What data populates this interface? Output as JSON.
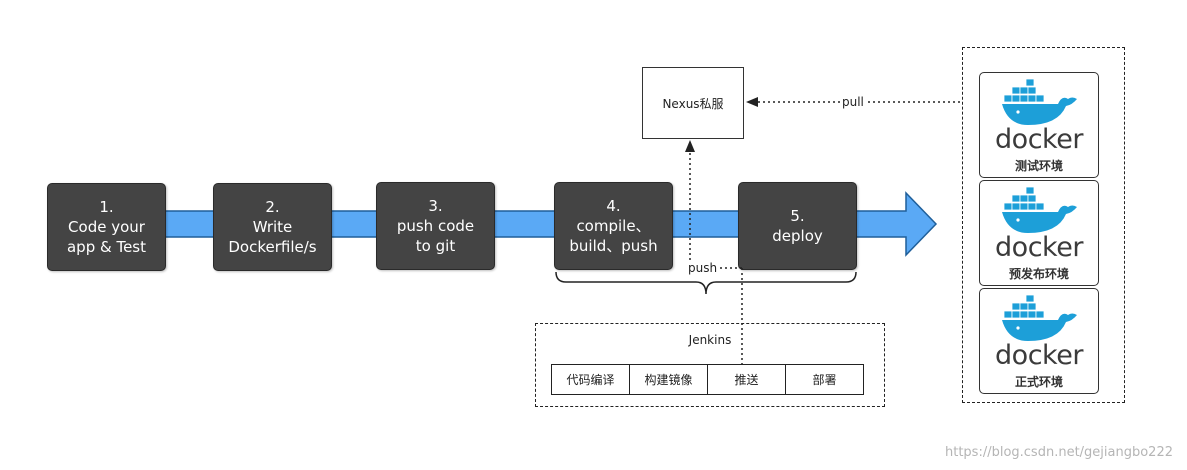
{
  "steps": [
    {
      "lines": [
        "1.",
        "Code your",
        "app & Test"
      ]
    },
    {
      "lines": [
        "2.",
        "Write",
        "Dockerfile/s"
      ]
    },
    {
      "lines": [
        "3.",
        "push code",
        "to git"
      ]
    },
    {
      "lines": [
        "4.",
        "compile、",
        "build、push"
      ]
    },
    {
      "lines": [
        "5.",
        "deploy"
      ]
    }
  ],
  "nexus": {
    "label": "Nexus私服"
  },
  "arrows": {
    "pull_label": "pull",
    "push_label": "push"
  },
  "jenkins": {
    "title": "Jenkins",
    "stages": [
      "代码编译",
      "构建镜像",
      "推送",
      "部署"
    ]
  },
  "environments": [
    {
      "logo_text": "docker",
      "label": "测试环境"
    },
    {
      "logo_text": "docker",
      "label": "预发布环境"
    },
    {
      "logo_text": "docker",
      "label": "正式环境"
    }
  ],
  "colors": {
    "pipeline_arrow": "#5aa9f5",
    "step_box": "#444444",
    "docker_blue": "#1d9fd8"
  },
  "watermark": "https://blog.csdn.net/gejiangbo222"
}
